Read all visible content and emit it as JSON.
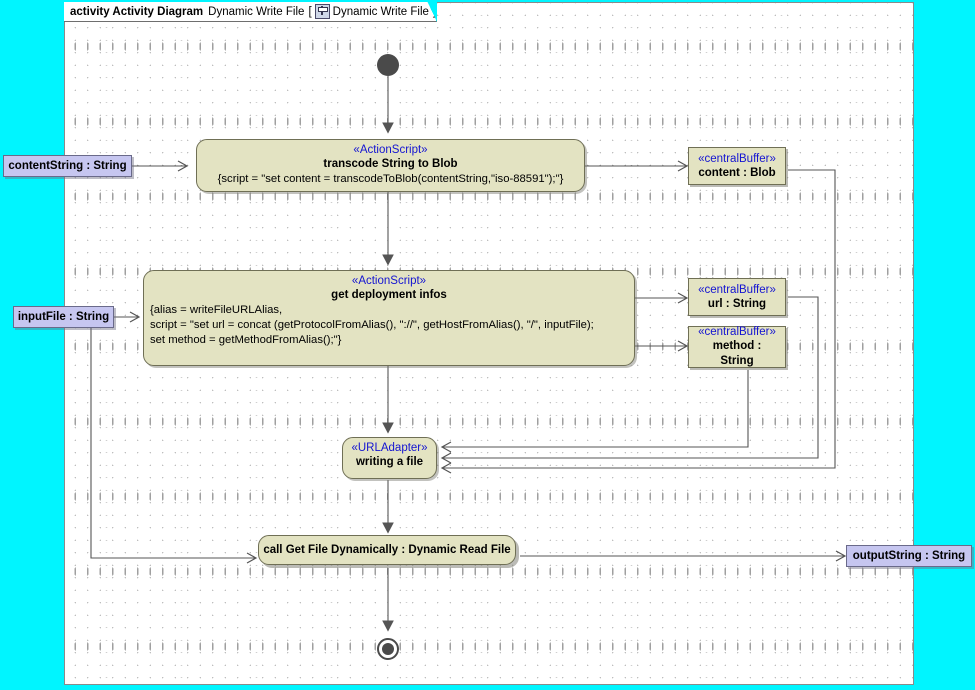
{
  "canvas": {
    "background_color": "#00f5ff",
    "frame_background": "#ffffff",
    "node_fill": "#e3e3c2",
    "param_fill": "#c6c6f0",
    "stereotype_color": "#1414d2",
    "edge_color": "#555555"
  },
  "frame": {
    "keyword": "activity Activity Diagram",
    "name": "Dynamic Write File",
    "bracket_open": "[",
    "icon": "activity-diagram-icon",
    "tab_name": "Dynamic Write File",
    "bracket_close": "]"
  },
  "nodes": {
    "initial": {
      "name": "initial-node",
      "label": ""
    },
    "final": {
      "name": "activity-final-node",
      "label": ""
    },
    "transcode": {
      "stereotype": "«ActionScript»",
      "name": "transcode String to Blob",
      "body": "{script = \"set content = transcodeToBlob(contentString,\"iso-88591\");\"}"
    },
    "deployment": {
      "stereotype": "«ActionScript»",
      "name": "get deployment infos",
      "body_line1": "{alias = writeFileURLAlias,",
      "body_line2": "script = \"set url = concat (getProtocolFromAlias(), \"://\", getHostFromAlias(), \"/\", inputFile);",
      "body_line3": "set method = getMethodFromAlias();\"}"
    },
    "urladapter": {
      "stereotype": "«URLAdapter»",
      "name": "writing a file"
    },
    "callbehavior": {
      "label": "call Get File Dynamically : Dynamic Read File"
    }
  },
  "buffers": [
    {
      "stereotype": "«centralBuffer»",
      "label": "content : Blob"
    },
    {
      "stereotype": "«centralBuffer»",
      "label": "url : String"
    },
    {
      "stereotype": "«centralBuffer»",
      "label": "method : String"
    }
  ],
  "parameters": [
    {
      "label": "contentString : String",
      "kind": "input"
    },
    {
      "label": "inputFile : String",
      "kind": "input"
    },
    {
      "label": "outputString : String",
      "kind": "output"
    }
  ]
}
